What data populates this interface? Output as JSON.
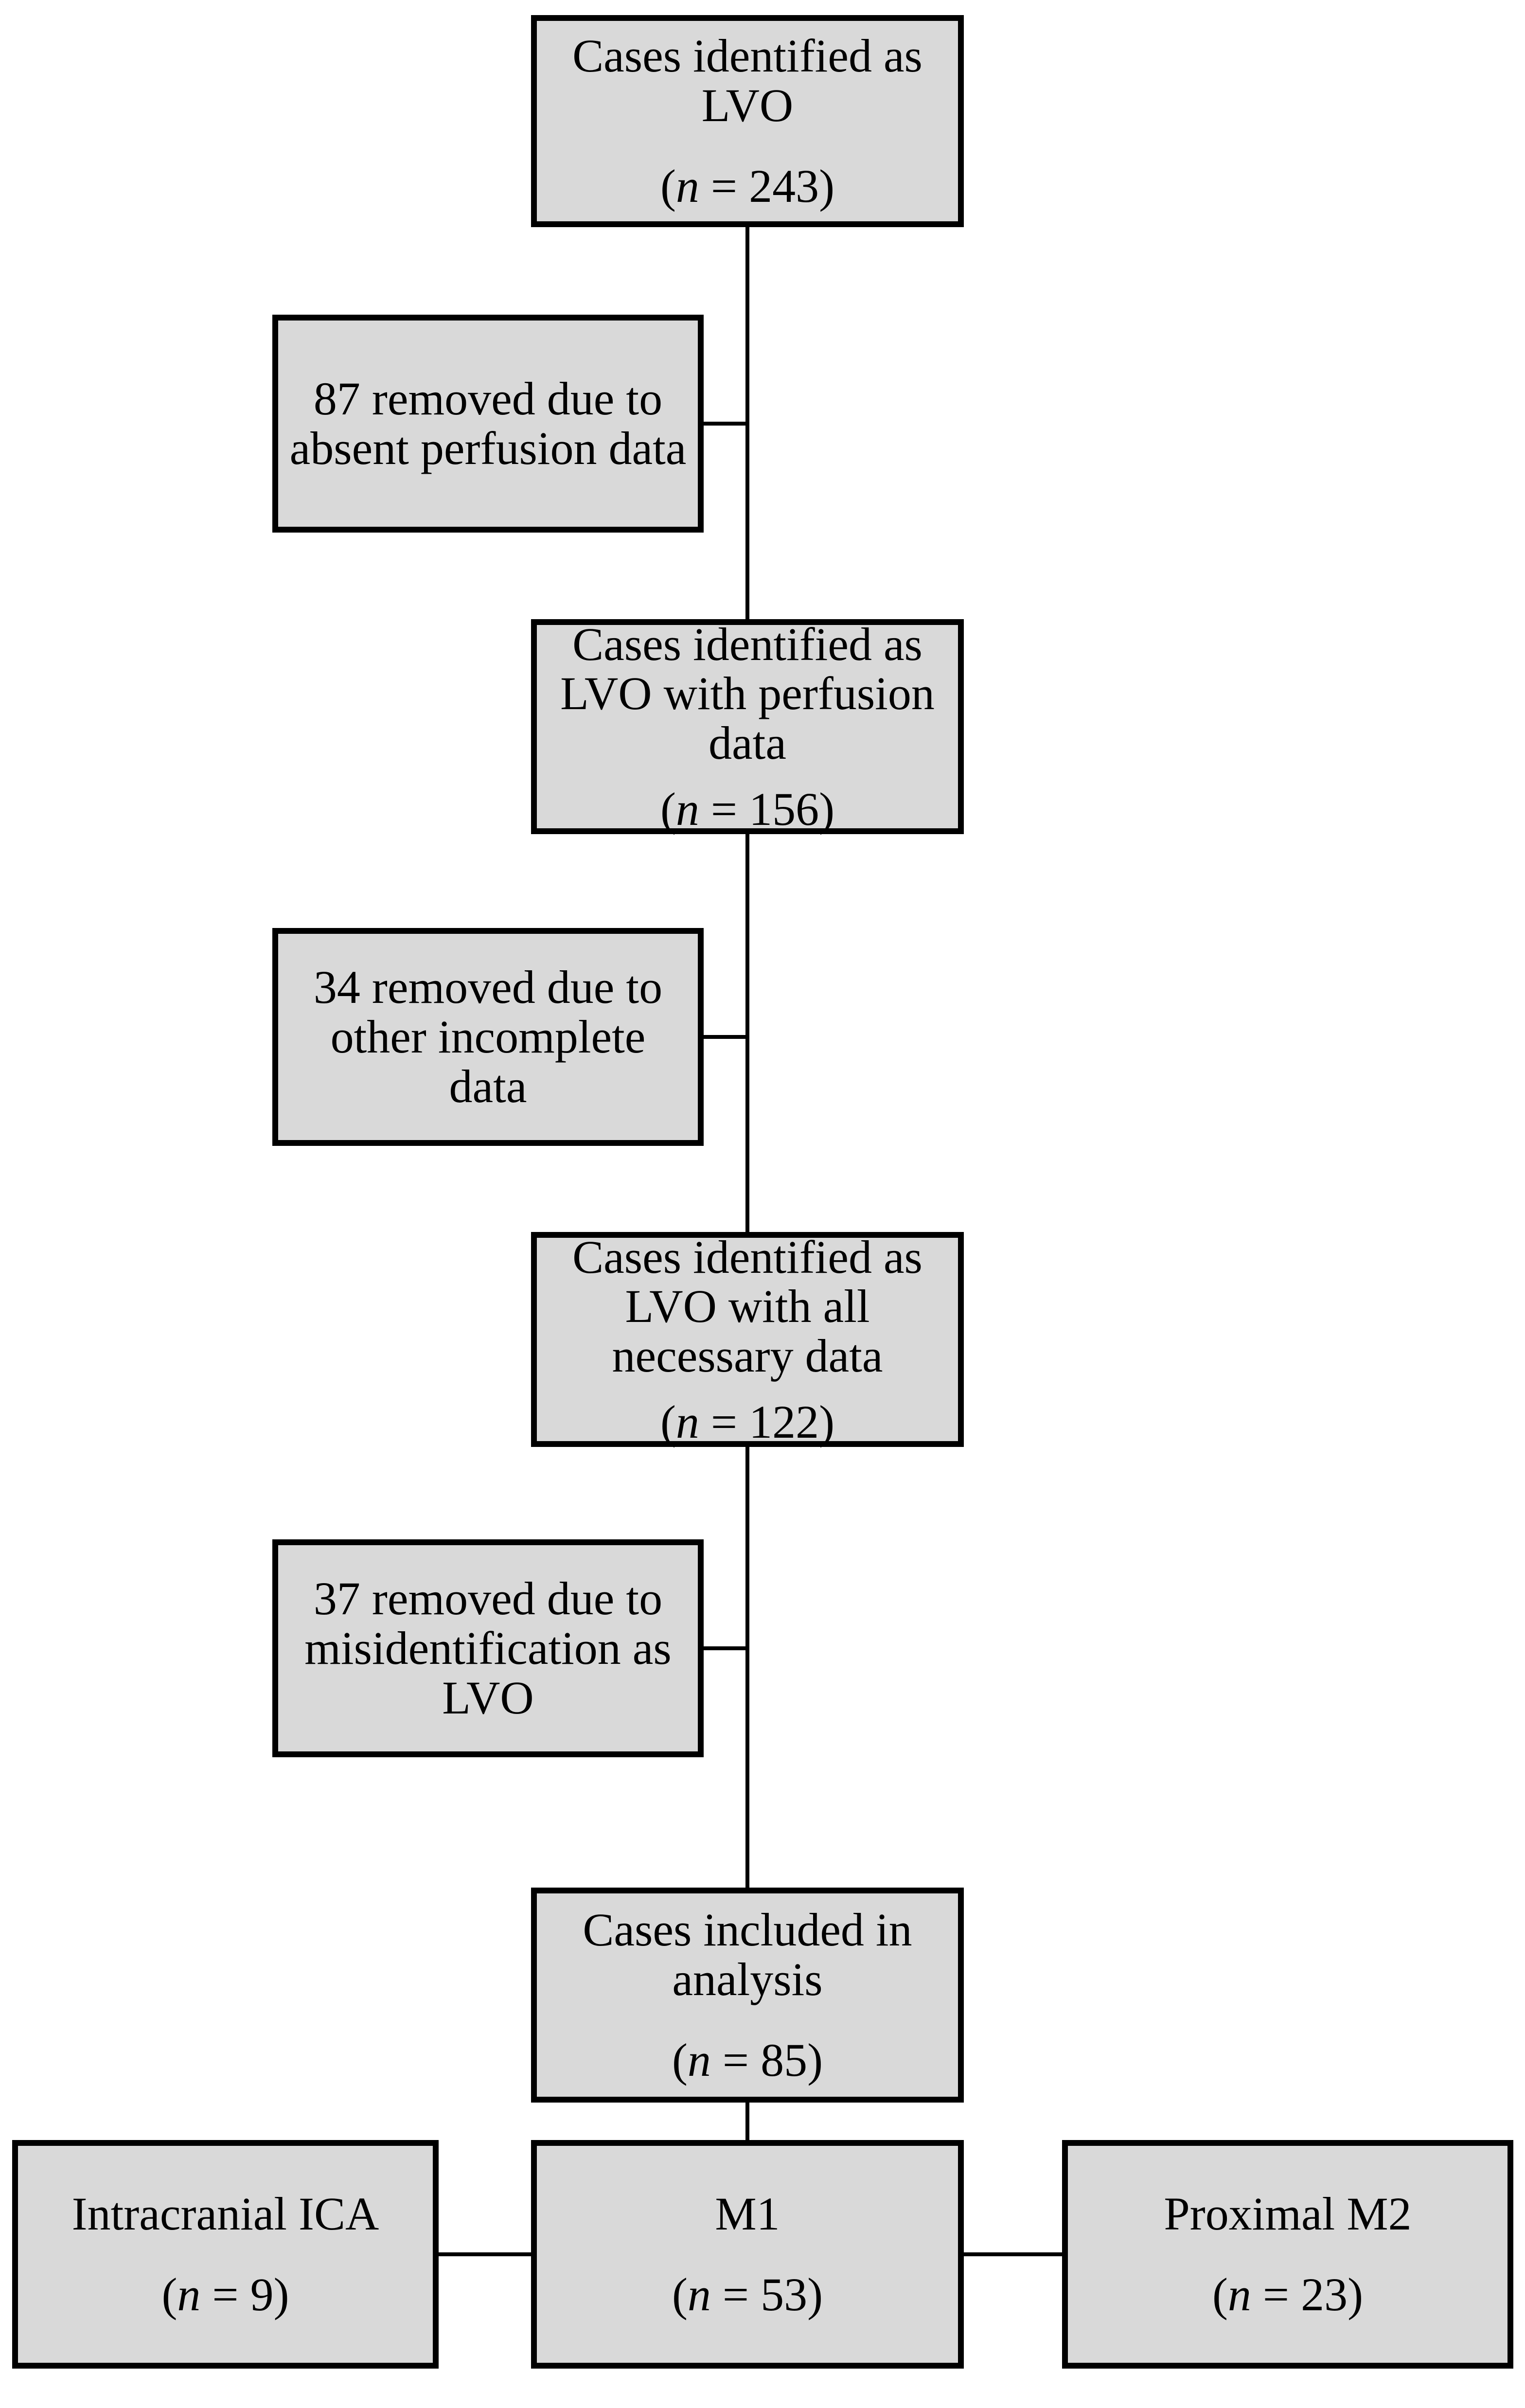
{
  "colors": {
    "background": "#ffffff",
    "box_fill": "#d9d9d9",
    "box_border": "#000000",
    "connector": "#000000",
    "text": "#000000"
  },
  "flowchart": {
    "main_boxes": [
      {
        "lines": [
          "Cases identified as",
          "LVO"
        ],
        "n_parts": [
          "(",
          "n",
          " = 243)"
        ]
      },
      {
        "lines": [
          "Cases identified as",
          "LVO with perfusion",
          "data"
        ],
        "n_parts": [
          "(",
          "n",
          " = 156)"
        ]
      },
      {
        "lines": [
          "Cases identified as",
          "LVO with all",
          "necessary data"
        ],
        "n_parts": [
          "(",
          "n",
          " = 122)"
        ]
      },
      {
        "lines": [
          "Cases included in",
          "analysis"
        ],
        "n_parts": [
          "(",
          "n",
          " = 85)"
        ]
      }
    ],
    "exclusion_boxes": [
      {
        "lines": [
          "87 removed due to",
          "absent perfusion data"
        ]
      },
      {
        "lines": [
          "34 removed due to",
          "other incomplete",
          "data"
        ]
      },
      {
        "lines": [
          "37 removed due to",
          "misidentification as",
          "LVO"
        ]
      }
    ],
    "outcome_boxes": [
      {
        "lines": [
          "Intracranial ICA"
        ],
        "n_parts": [
          "(",
          "n",
          " = 9)"
        ]
      },
      {
        "lines": [
          "M1"
        ],
        "n_parts": [
          "(",
          "n",
          " = 53)"
        ]
      },
      {
        "lines": [
          "Proximal M2"
        ],
        "n_parts": [
          "(",
          "n",
          " = 23)"
        ]
      }
    ]
  }
}
